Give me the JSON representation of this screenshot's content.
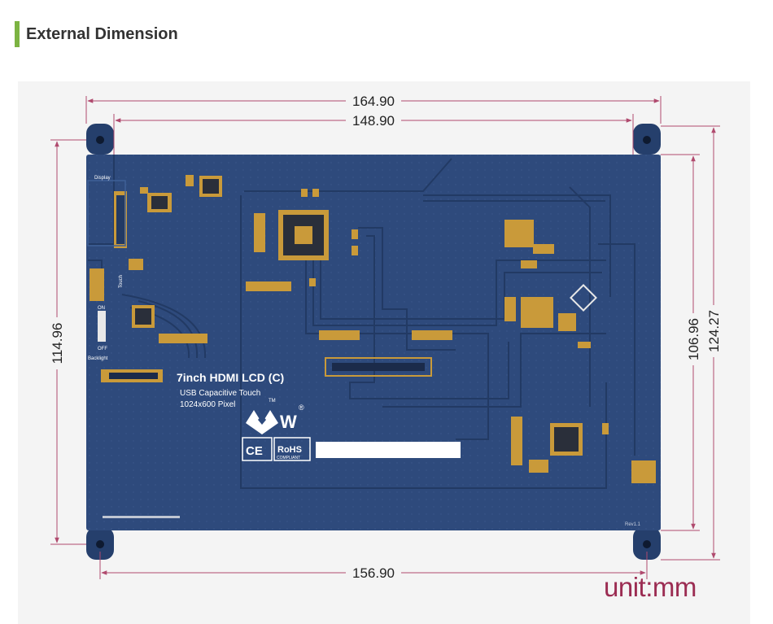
{
  "header": {
    "title": "External Dimension"
  },
  "dimensions": {
    "overall_width": "164.90",
    "active_width": "148.90",
    "hole_spacing_width": "156.90",
    "overall_height": "124.27",
    "active_height": "106.96",
    "hole_spacing_height": "114.96"
  },
  "board": {
    "product_name": "7inch HDMI LCD (C)",
    "touch_type": "USB  Capacitive Touch",
    "resolution": "1024x600 Pixel",
    "brand_mark": "W",
    "trademark": "®",
    "tm": "TM",
    "display_label": "Display",
    "touch_label": "Touch",
    "on_label": "ON",
    "off_label": "OFF",
    "backlight_label": "Backlight",
    "ce_mark": "CE",
    "rohs_mark": "RoHS",
    "rohs_sub": "COMPLIANT",
    "revision": "Rev1.1"
  },
  "unit": "unit:mm",
  "colors": {
    "accent_bar": "#7cb342",
    "board": "#2e4a7c",
    "dimension_line": "#b04a6e",
    "unit_text": "#9b2c52"
  }
}
